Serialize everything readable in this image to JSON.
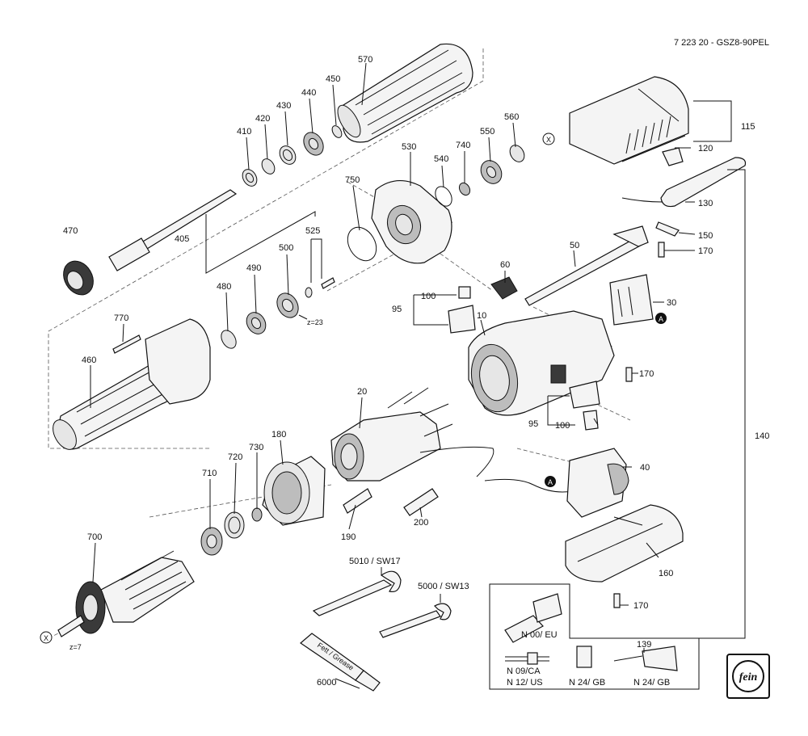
{
  "header": {
    "doc_code": "7 223 20 - GSZ8-90PEL"
  },
  "parts": {
    "p570": "570",
    "p450": "450",
    "p440": "440",
    "p430": "430",
    "p420": "420",
    "p410": "410",
    "p470": "470",
    "p405": "405",
    "p525": "525",
    "p500": "500",
    "p490": "490",
    "p480": "480",
    "p770": "770",
    "p460": "460",
    "p750": "750",
    "p530": "530",
    "p540": "540",
    "p740": "740",
    "p550": "550",
    "p560": "560",
    "p115": "115",
    "p120": "120",
    "p130": "130",
    "p150": "150",
    "p170a": "170",
    "p50": "50",
    "p60": "60",
    "p100a": "100",
    "p95a": "95",
    "p10": "10",
    "p30": "30",
    "p170b": "170",
    "p95b": "95",
    "p100b": "100",
    "p140": "140",
    "p20": "20",
    "p180": "180",
    "p730": "730",
    "p720": "720",
    "p710": "710",
    "p700": "700",
    "p190": "190",
    "p200": "200",
    "p40": "40",
    "p160": "160",
    "p170c": "170",
    "p5010": "5010 / SW17",
    "p5000": "5000 / SW13",
    "p6000": "6000",
    "p139": "139"
  },
  "annotations": {
    "z23": "z=23",
    "z7": "z=7",
    "marker_a": "A",
    "marker_x": "X",
    "grease_tube": "Fett / Grease"
  },
  "plugs": {
    "n00": "N 00/ EU",
    "n09": "N 09/CA",
    "n12": "N 12/ US",
    "n24a": "N 24/ GB",
    "n24b": "N 24/ GB"
  },
  "logo": {
    "text": "fein"
  }
}
